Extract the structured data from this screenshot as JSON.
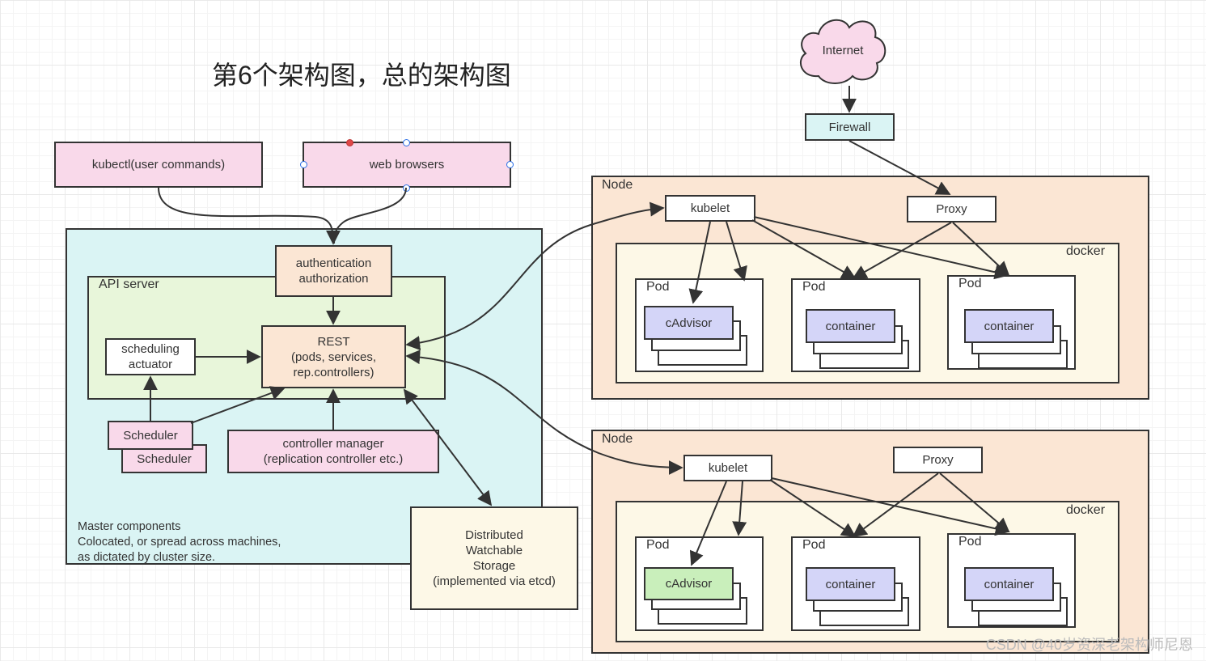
{
  "title": "第6个架构图，总的架构图",
  "watermark": "CSDN @40岁资深老架构师尼恩",
  "internet": "Internet",
  "firewall": "Firewall",
  "kubectl": "kubectl(user commands)",
  "web_browsers": "web browsers",
  "master": {
    "auth": "authentication\nauthorization",
    "api_server": "API server",
    "rest": "REST\n(pods, services,\nrep.controllers)",
    "scheduling": "scheduling\nactuator",
    "scheduler": "Scheduler",
    "scheduler_back": "Scheduler",
    "controller_manager": "controller manager\n(replication controller etc.)",
    "note": "Master components\nColocated, or spread across machines,\nas dictated by cluster size."
  },
  "storage": "Distributed\nWatchable\nStorage\n(implemented via etcd)",
  "nodes": [
    {
      "label": "Node",
      "kubelet": "kubelet",
      "proxy": "Proxy",
      "docker": "docker",
      "pods": [
        {
          "label": "Pod",
          "content": "cAdvisor"
        },
        {
          "label": "Pod",
          "content": "container"
        },
        {
          "label": "Pod",
          "content": "container"
        }
      ]
    },
    {
      "label": "Node",
      "kubelet": "kubelet",
      "proxy": "Proxy",
      "docker": "docker",
      "pods": [
        {
          "label": "Pod",
          "content": "cAdvisor"
        },
        {
          "label": "Pod",
          "content": "container"
        },
        {
          "label": "Pod",
          "content": "container"
        }
      ]
    }
  ],
  "colors": {
    "pink": "#f9d9ea",
    "peach": "#fbe6d4",
    "cyan": "#daf4f4",
    "light_green": "#e8f6da",
    "cream": "#fdf8e7",
    "lavender": "#d4d5f8",
    "green": "#c9efbb"
  }
}
